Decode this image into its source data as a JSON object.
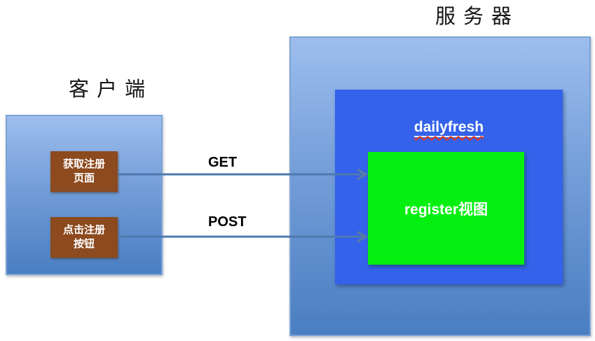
{
  "client": {
    "title": "客户端",
    "steps": [
      {
        "text": "获取注册\n页面"
      },
      {
        "text": "点击注册\n按钮"
      }
    ]
  },
  "server": {
    "title": "服务器",
    "app_name": "dailyfresh",
    "view_name": "register视图"
  },
  "arrows": [
    {
      "label": "GET"
    },
    {
      "label": "POST"
    }
  ],
  "colors": {
    "outer_box_gradient_top": "#9dbeee",
    "outer_box_gradient_bottom": "#4a7ec2",
    "outer_box_border": "#7ca3d6",
    "step_box_brown": "#8c4a1e",
    "app_box_blue": "#3462eb",
    "view_box_green": "#05f011",
    "arrow_blue": "#4e79ae",
    "spellcheck_wavy_red": "#e23424",
    "label_text_black": "#000000",
    "box_text_white": "#ffffff"
  }
}
